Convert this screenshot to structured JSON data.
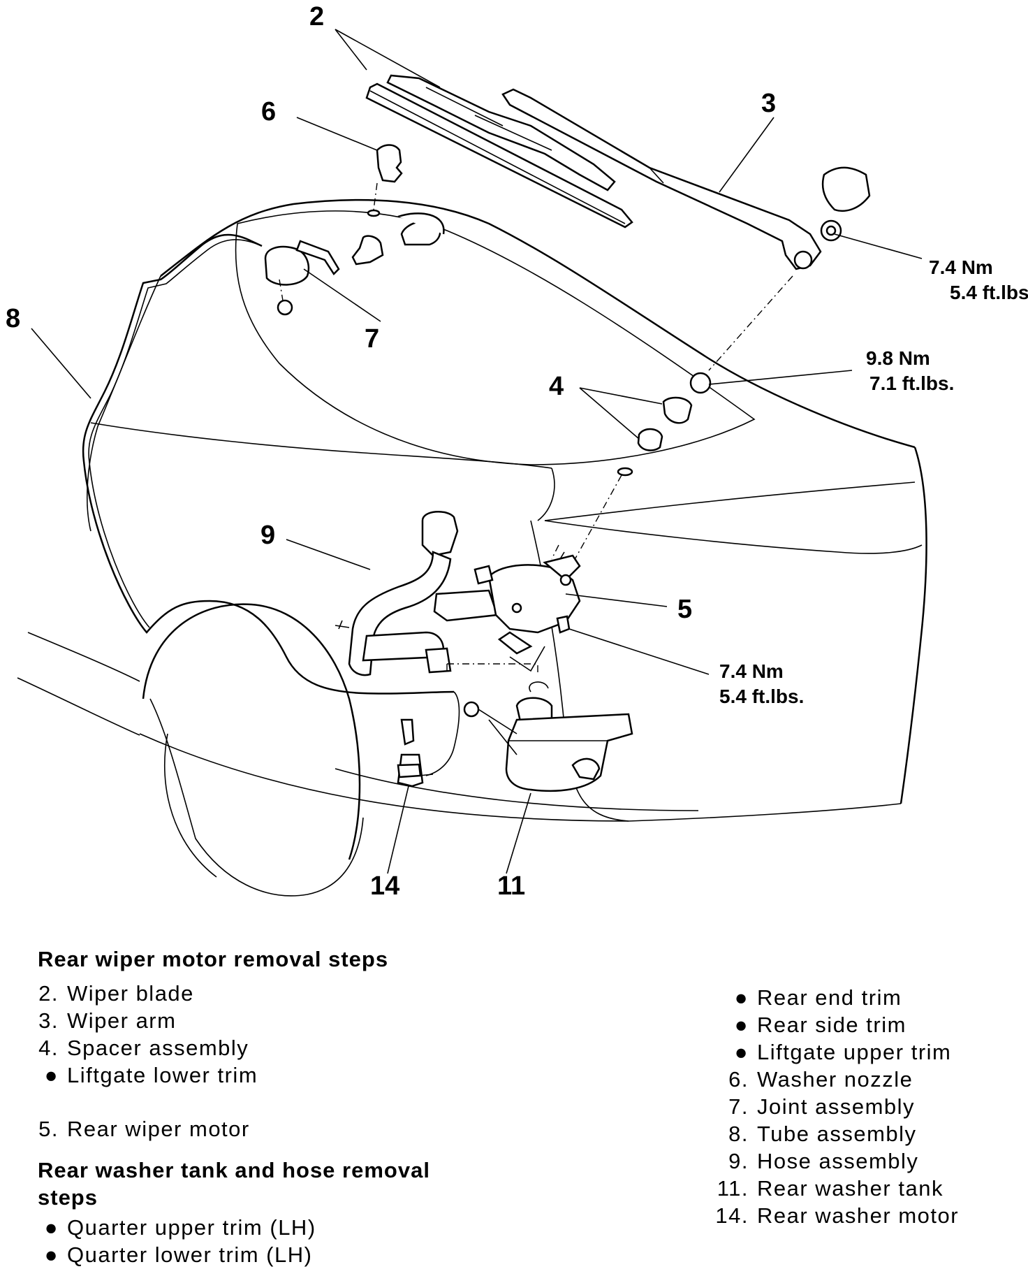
{
  "diagram": {
    "callouts": {
      "c2": "2",
      "c3": "3",
      "c4": "4",
      "c5": "5",
      "c6": "6",
      "c7": "7",
      "c8": "8",
      "c9": "9",
      "c11": "11",
      "c14": "14"
    },
    "torques": {
      "arm_nut": {
        "nm": "7.4 Nm",
        "ftlbs": "5.4 ft.lbs."
      },
      "spacer_nut": {
        "nm": "9.8 Nm",
        "ftlbs": "7.1 ft.lbs."
      },
      "motor_bolt": {
        "nm": "7.4 Nm",
        "ftlbs": "5.4 ft.lbs."
      }
    }
  },
  "wiper_motor_removal": {
    "heading": "Rear wiper motor removal steps",
    "steps_a": [
      {
        "marker": "2.",
        "text": "Wiper blade"
      },
      {
        "marker": "3.",
        "text": "Wiper arm"
      },
      {
        "marker": "4.",
        "text": "Spacer assembly"
      },
      {
        "marker": "●",
        "text": "Liftgate lower trim"
      }
    ],
    "steps_b": [
      {
        "marker": "5.",
        "text": "Rear wiper motor"
      }
    ]
  },
  "washer_removal": {
    "heading_line1": "Rear washer tank and hose removal",
    "heading_line2": "steps",
    "steps_left": [
      {
        "marker": "●",
        "text": "Quarter upper trim (LH)"
      },
      {
        "marker": "●",
        "text": "Quarter lower trim (LH)"
      }
    ],
    "steps_right": [
      {
        "marker": "●",
        "text": "Rear end trim"
      },
      {
        "marker": "●",
        "text": "Rear side trim"
      },
      {
        "marker": "●",
        "text": "Liftgate upper trim"
      },
      {
        "marker": "6.",
        "text": "Washer nozzle"
      },
      {
        "marker": "7.",
        "text": "Joint assembly"
      },
      {
        "marker": "8.",
        "text": "Tube assembly"
      },
      {
        "marker": "9.",
        "text": "Hose assembly"
      },
      {
        "marker": "11.",
        "text": "Rear washer tank"
      },
      {
        "marker": "14.",
        "text": "Rear washer motor"
      }
    ]
  }
}
